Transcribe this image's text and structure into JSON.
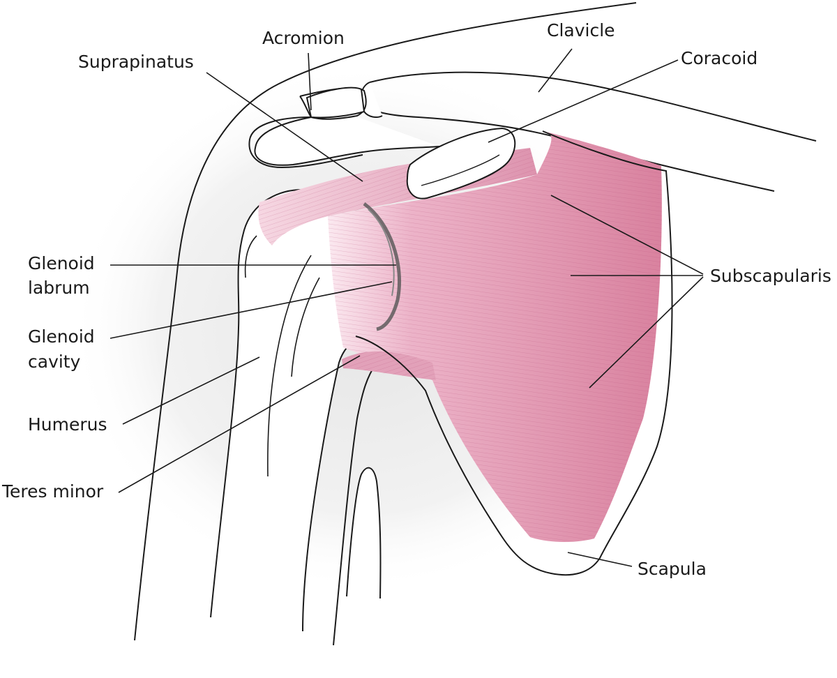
{
  "colors": {
    "muscle": "#d98aa8",
    "muscle_light": "#f3d3df",
    "muscle_fiber": "#b24a75",
    "bone_fill": "#ffffff",
    "outline": "#1a1a1a",
    "shade": "#e8e8e8",
    "labrum": "#555555"
  },
  "labels": {
    "acromion": "Acromion",
    "clavicle": "Clavicle",
    "suprapinatus": "Suprapinatus",
    "coracoid": "Coracoid",
    "glenoid_labrum_1": "Glenoid",
    "glenoid_labrum_2": "labrum",
    "subscapularis": "Subscapularis",
    "glenoid_cavity_1": "Glenoid",
    "glenoid_cavity_2": "cavity",
    "humerus": "Humerus",
    "teres_minor": "Teres minor",
    "scapula": "Scapula"
  }
}
